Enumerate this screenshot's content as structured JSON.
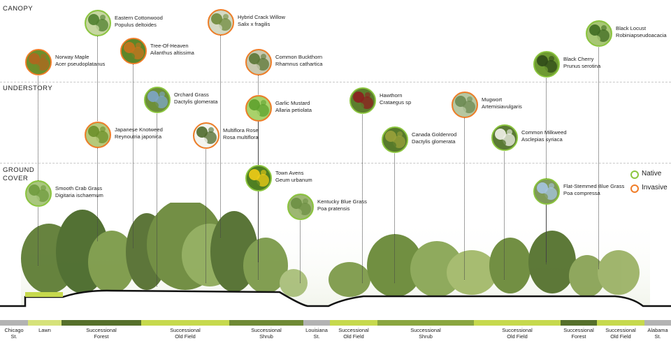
{
  "bands": {
    "canopy": "CANOPY",
    "understory": "UNDERSTORY",
    "ground_line1": "GROUND",
    "ground_line2": "COVER"
  },
  "legend": {
    "native": "Native",
    "invasive": "Invasive",
    "native_color": "#8cc63f",
    "invasive_color": "#f07d28"
  },
  "species": [
    {
      "common": "Norway Maple",
      "latin": "Acer pseudoplatanus",
      "status": "invasive",
      "icon": "maple-leaves-photo"
    },
    {
      "common": "Eastern Cottonwood",
      "latin": "Populus deltoides",
      "status": "native",
      "icon": "cottonwood-tree-photo"
    },
    {
      "common": "Tree-Of-Heaven",
      "latin": "Ailanthus altissima",
      "status": "invasive",
      "icon": "ailanthus-leaves-photo"
    },
    {
      "common": "Hybrid Crack Willow",
      "latin": "Salix x fragilis",
      "status": "invasive",
      "icon": "willow-tree-photo"
    },
    {
      "common": "Common Buckthorn",
      "latin": "Rhamnus cathartica",
      "status": "invasive",
      "icon": "buckthorn-shrub-photo"
    },
    {
      "common": "Black Locust",
      "latin": "Robiniapseudoacacia",
      "status": "native",
      "icon": "locust-leaves-photo"
    },
    {
      "common": "Black Cherry",
      "latin": "Prunus serotina",
      "status": "native",
      "icon": "cherry-fruit-photo"
    },
    {
      "common": "Orchard Grass",
      "latin": "Dactylis glomerata",
      "status": "native",
      "icon": "orchard-grass-photo"
    },
    {
      "common": "Japanese Knotweed",
      "latin": "Reynoutria japonica",
      "status": "invasive",
      "icon": "knotweed-leaves-photo"
    },
    {
      "common": "Multiflora Rose",
      "latin": "Rosa multiflora",
      "status": "invasive",
      "icon": "rose-flowers-photo"
    },
    {
      "common": "Garlic Mustard",
      "latin": "Allaria petiolata",
      "status": "invasive",
      "icon": "garlic-mustard-photo"
    },
    {
      "common": "Hawthorn",
      "latin": "Crataegus sp",
      "status": "native",
      "icon": "hawthorn-berries-photo"
    },
    {
      "common": "Mugwort",
      "latin": "Artemisiavulgaris",
      "status": "invasive",
      "icon": "mugwort-photo"
    },
    {
      "common": "Canada Goldenrod",
      "latin": "Dactylis glomerata",
      "status": "native",
      "icon": "goldenrod-photo"
    },
    {
      "common": "Common Milkweed",
      "latin": "Asclepias syriaca",
      "status": "native",
      "icon": "milkweed-flower-photo"
    },
    {
      "common": "Smooth Crab Grass",
      "latin": "Digitaria ischaemum",
      "status": "native",
      "icon": "crab-grass-photo"
    },
    {
      "common": "Town Avens",
      "latin": "Geum urbanum",
      "status": "native",
      "icon": "avens-flowers-photo"
    },
    {
      "common": "Kentucky Blue Grass",
      "latin": "Poa pratensis",
      "status": "native",
      "icon": "bluegrass-photo"
    },
    {
      "common": "Flat-Stemmed Blue Grass",
      "latin": "Poa compressa",
      "status": "native",
      "icon": "flat-bluegrass-photo"
    }
  ],
  "zones": [
    {
      "label": "Chicago\nSt.",
      "color": "#b3b3b3"
    },
    {
      "label": "Lawn",
      "color": "#d6e27a"
    },
    {
      "label": "Successional\nForest",
      "color": "#56702b"
    },
    {
      "label": "Successional\nOld Field",
      "color": "#c6d94d"
    },
    {
      "label": "Successional\nShrub",
      "color": "#6f8a35"
    },
    {
      "label": "Louisiana\nSt.",
      "color": "#b3b3b3"
    },
    {
      "label": "Successional\nOld Field",
      "color": "#c6d94d"
    },
    {
      "label": "Successional\nShrub",
      "color": "#8aa63f"
    },
    {
      "label": "Successional\nOld Field",
      "color": "#c6d94d"
    },
    {
      "label": "Successional\nForest",
      "color": "#56702b"
    },
    {
      "label": "Successional\nOld Field",
      "color": "#c6d94d"
    },
    {
      "label": "Alabama\nSt.",
      "color": "#b3b3b3"
    }
  ]
}
